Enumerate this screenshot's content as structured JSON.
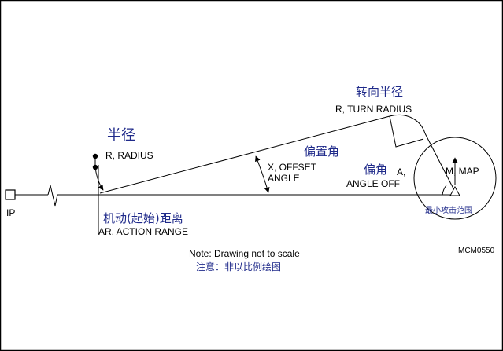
{
  "labels": {
    "radius_zh": "半径",
    "radius_en": "R, RADIUS",
    "turn_radius_zh": "转向半径",
    "turn_radius_en": "R, TURN RADIUS",
    "offset_angle_zh": "偏置角",
    "offset_angle_en_1": "X, OFFSET",
    "offset_angle_en_2": "ANGLE",
    "angle_off_zh": "偏角",
    "angle_off_en_1": "A,",
    "angle_off_en_2": "ANGLE OFF",
    "map_en": "M, MAP",
    "map_zh": "最小攻击范围",
    "action_range_zh": "机动(起始)距离",
    "action_range_en": "AR, ACTION RANGE",
    "ip": "IP",
    "note_en": "Note:  Drawing not to scale",
    "note_zh": "注意：非以比例绘图",
    "figure_id": "MCM0550"
  },
  "colors": {
    "line": "#000000",
    "chinese_label": "#1f2a8a",
    "background": "#ffffff"
  }
}
